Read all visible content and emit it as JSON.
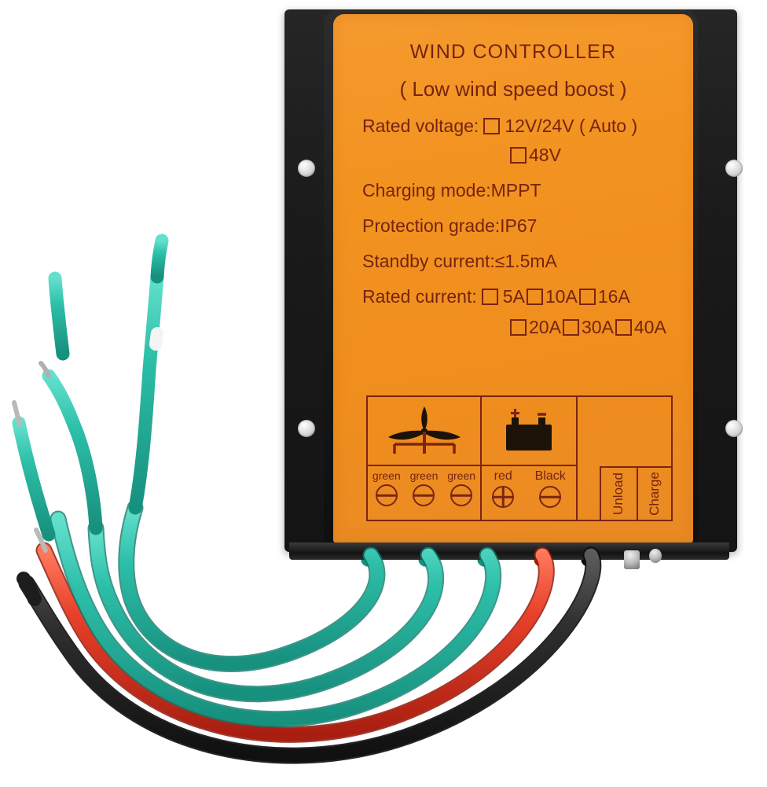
{
  "product": {
    "title": "WIND CONTROLLER",
    "subtitle": "( Low wind speed boost )"
  },
  "specs": {
    "rated_voltage_label": "Rated voltage:",
    "voltage_option_1": "12V/24V ( Auto )",
    "voltage_option_2": "48V",
    "charging_mode": "Charging mode:MPPT",
    "protection_grade": "Protection grade:IP67",
    "standby_current": "Standby current:≤1.5mA",
    "rated_current_label": "Rated current:",
    "current_options_row1": [
      "5A",
      "10A",
      "16A"
    ],
    "current_options_row2": [
      "20A",
      "30A",
      "40A"
    ]
  },
  "terminals": {
    "turbine": {
      "icon": "wind-turbine-icon",
      "labels": [
        "green",
        "green",
        "green"
      ]
    },
    "battery": {
      "icon": "battery-icon",
      "labels": [
        "red",
        "Black"
      ]
    },
    "indicators": {
      "unload": "Unload",
      "charge": "Charge"
    }
  },
  "colors": {
    "label_orange": "#F0911F",
    "label_text": "#75240F",
    "housing_black": "#1A1A1A",
    "wire_green": "#2DBFA8",
    "wire_red": "#E8402A",
    "wire_black": "#2A2A2A",
    "mount_hole": "#D8D8D8"
  },
  "wires": {
    "green_count": 3,
    "red_count": 1,
    "black_count": 1
  }
}
